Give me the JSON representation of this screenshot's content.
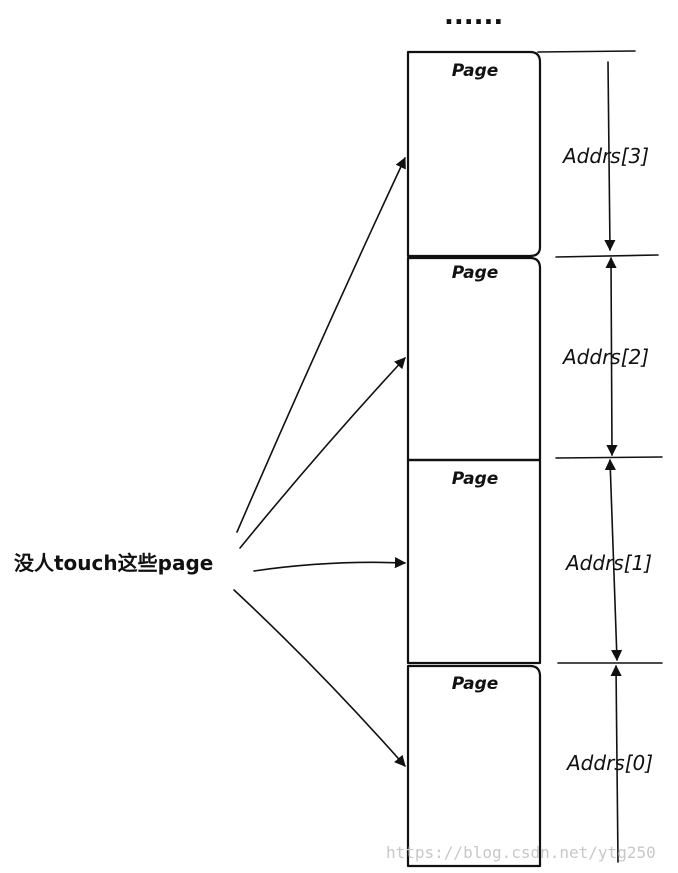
{
  "top_ellipsis": "......",
  "left_label": "没人touch这些page",
  "pages": [
    {
      "label": "Page"
    },
    {
      "label": "Page"
    },
    {
      "label": "Page"
    },
    {
      "label": "Page"
    }
  ],
  "ranges": [
    {
      "label": "Addrs[3]"
    },
    {
      "label": "Addrs[2]"
    },
    {
      "label": "Addrs[1]"
    },
    {
      "label": "Addrs[0]"
    }
  ],
  "watermark": "https://blog.csdn.net/ytg250"
}
